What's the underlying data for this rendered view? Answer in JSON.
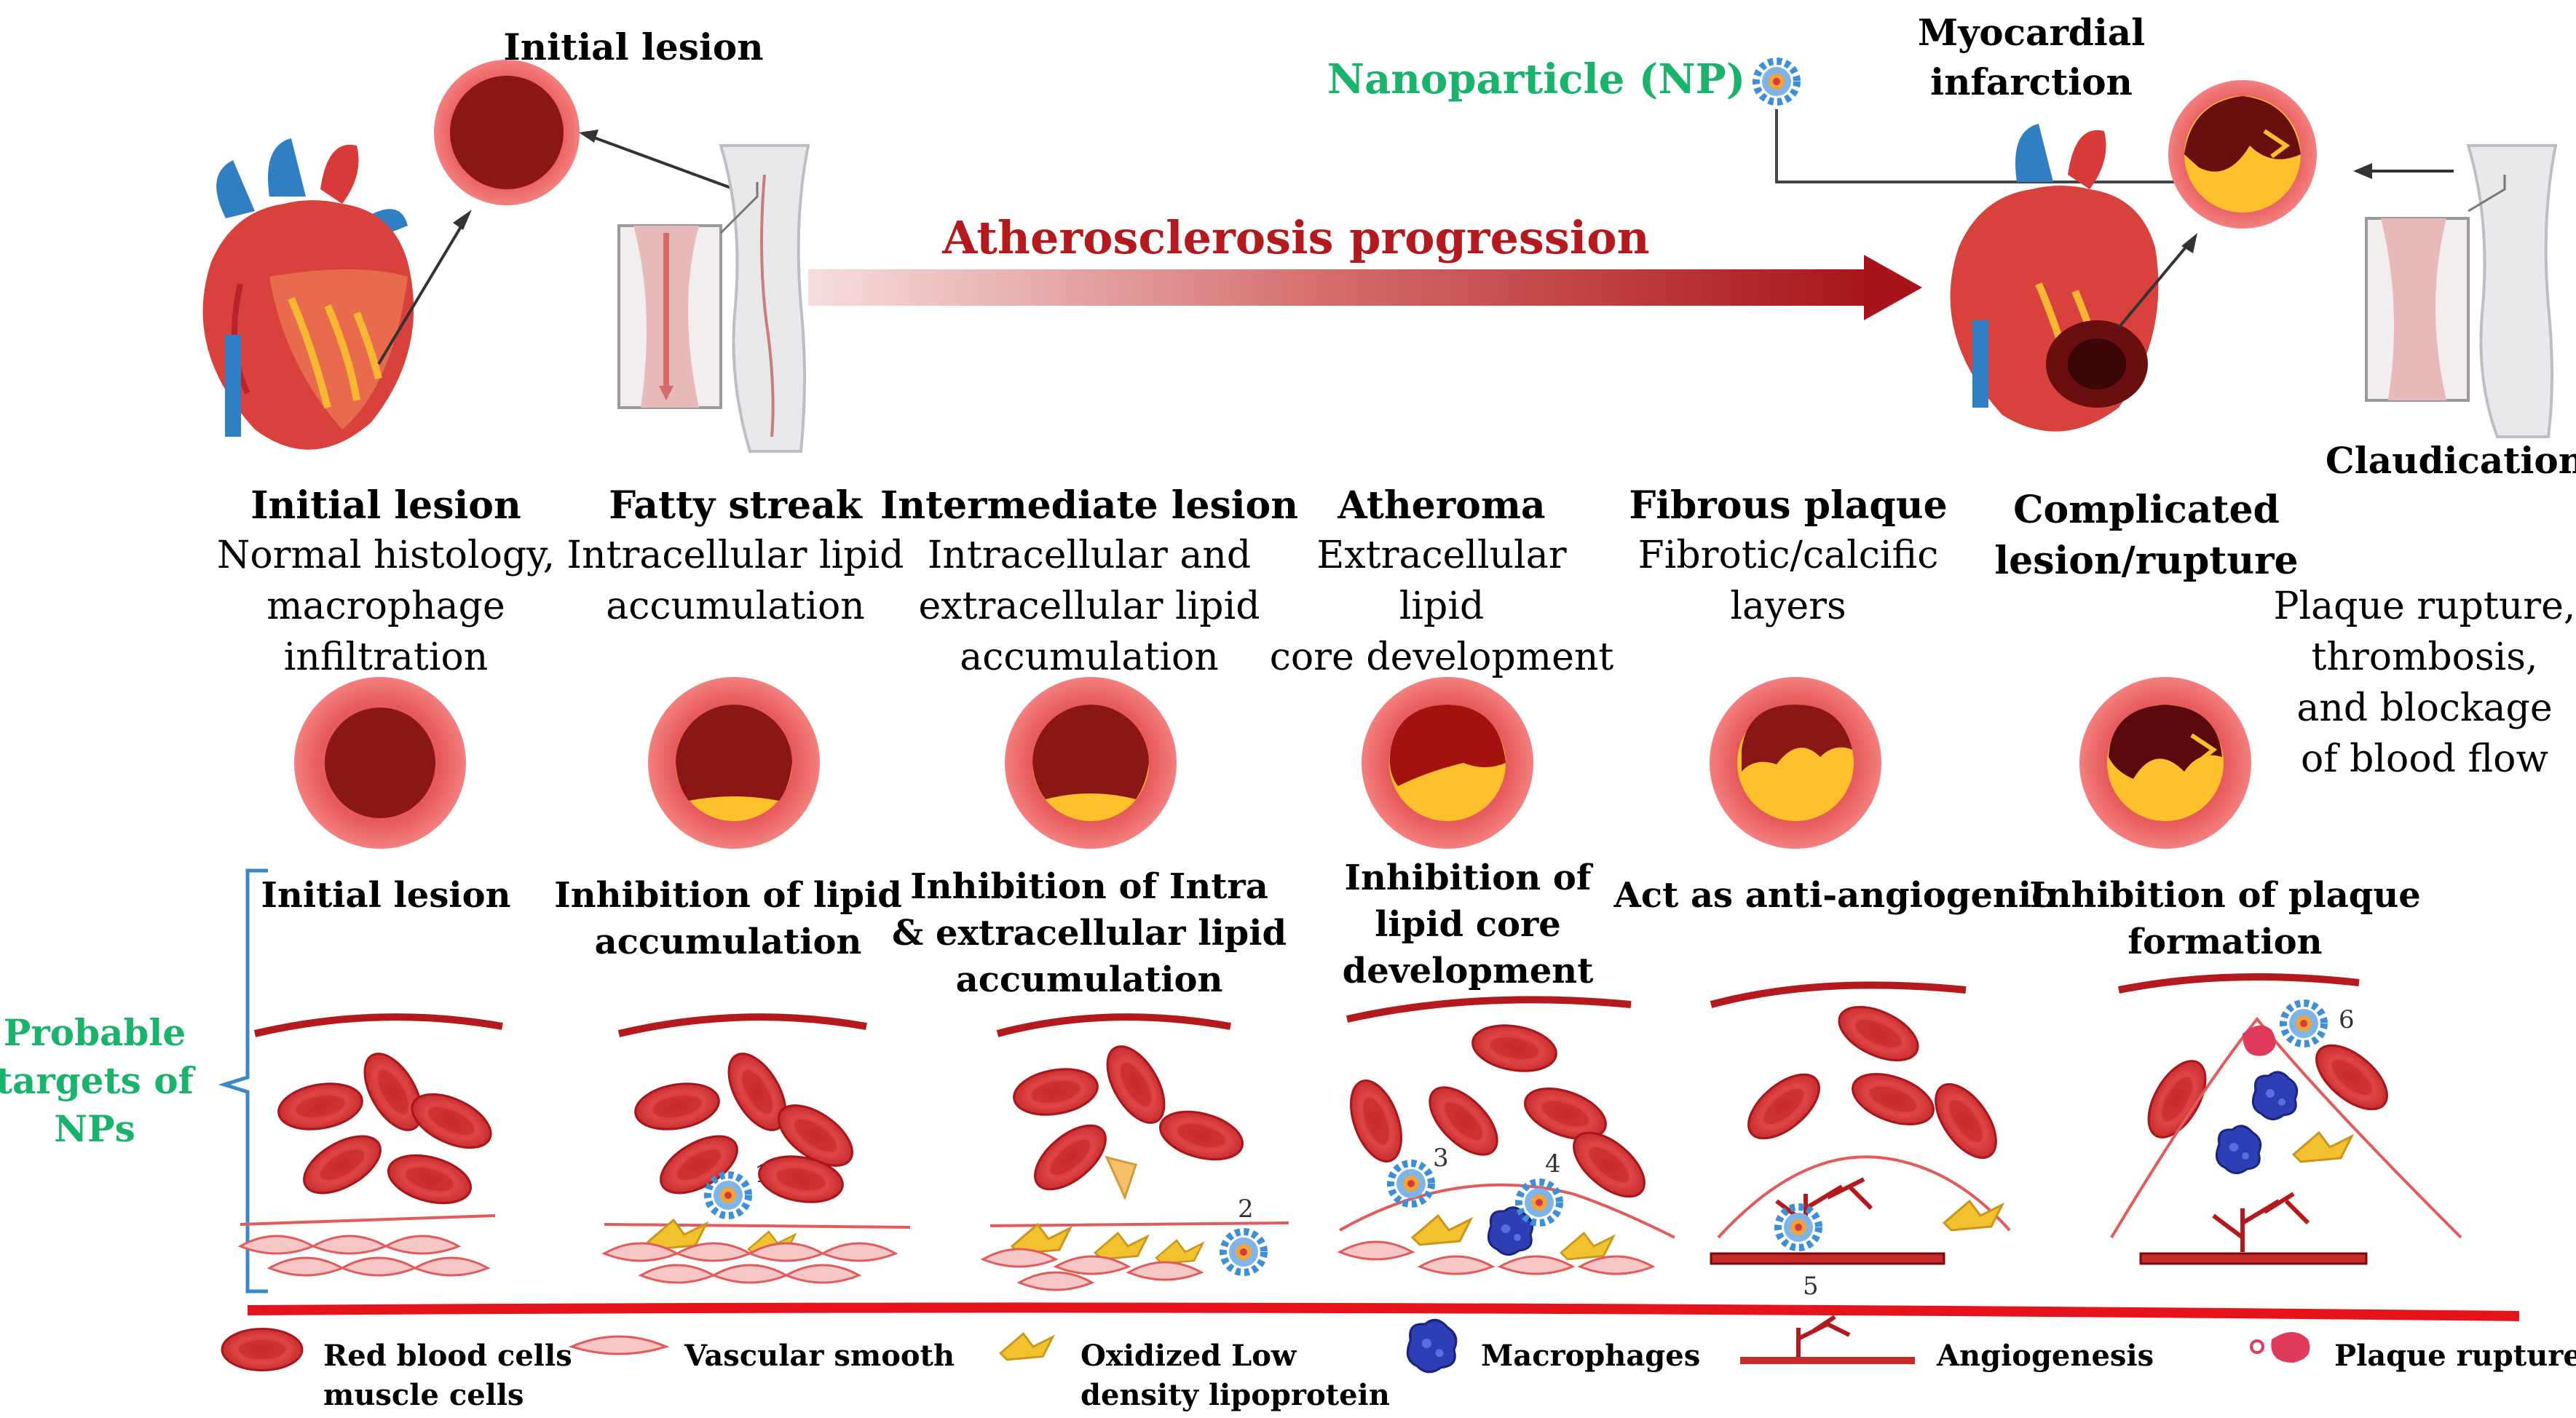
{
  "top": {
    "initial_lesion_title": "Initial lesion",
    "nanoparticle_label": "Nanoparticle (NP)",
    "myocardial_line1": "Myocardial",
    "myocardial_line2": "infarction",
    "progression_label": "Atherosclerosis progression",
    "claudication": "Claudication"
  },
  "stages": [
    {
      "title": [
        "Initial lesion"
      ],
      "desc": [
        "Normal histology,",
        "macrophage",
        "infiltration"
      ]
    },
    {
      "title": [
        "Fatty streak"
      ],
      "desc": [
        "Intracellular lipid",
        "accumulation"
      ]
    },
    {
      "title": [
        "Intermediate lesion"
      ],
      "desc": [
        "Intracellular and",
        "extracellular lipid",
        "accumulation"
      ]
    },
    {
      "title": [
        "Atheroma"
      ],
      "desc": [
        "Extracellular",
        "lipid",
        "core development"
      ]
    },
    {
      "title": [
        "Fibrous plaque"
      ],
      "desc": [
        "Fibrotic/calcific",
        "layers"
      ]
    },
    {
      "title": [
        "Complicated",
        "lesion/rupture"
      ],
      "desc": [
        "Plaque rupture,",
        "thrombosis,",
        "and blockage",
        "of blood flow"
      ]
    }
  ],
  "targets_label": [
    "Probable",
    "targets of",
    "NPs"
  ],
  "targets": [
    [
      "Initial lesion"
    ],
    [
      "Inhibition of lipid",
      "accumulation"
    ],
    [
      "Inhibition of Intra",
      "& extracellular lipid",
      "accumulation"
    ],
    [
      "Inhibition of",
      "lipid core",
      "development"
    ],
    [
      "Act as anti-angiogenic"
    ],
    [
      "Inhibition of plaque",
      "formation"
    ]
  ],
  "markers": [
    "1",
    "2",
    "3",
    "4",
    "5",
    "6"
  ],
  "legend": [
    {
      "icon": "red-blood-cell-icon",
      "lines": [
        "Red blood cells",
        "muscle cells"
      ]
    },
    {
      "icon": "vascular-smooth-muscle-icon",
      "lines": [
        "Vascular smooth"
      ]
    },
    {
      "icon": "oxidized-ldl-icon",
      "lines": [
        "Oxidized Low",
        "density lipoprotein"
      ]
    },
    {
      "icon": "macrophage-icon",
      "lines": [
        "Macrophages"
      ]
    },
    {
      "icon": "angiogenesis-icon",
      "lines": [
        "Angiogenesis"
      ]
    },
    {
      "icon": "plaque-rupture-icon",
      "lines": [
        "Plaque rupture"
      ]
    }
  ],
  "colors": {
    "green_label": "#19b36b",
    "dark_red": "#b3191d",
    "vessel_ring": "#e35a5a",
    "lumen": "#8b1616",
    "lipid": "#ffc12b",
    "bracket": "#3a88c8",
    "np_blue": "#3d8fd6"
  }
}
